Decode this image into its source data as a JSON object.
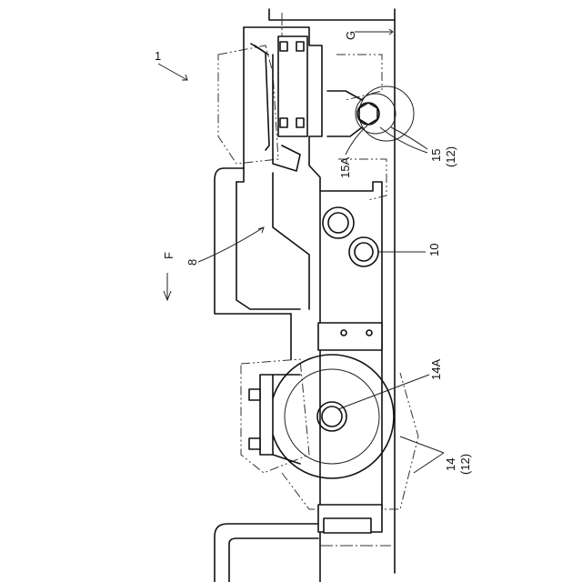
{
  "labels": {
    "assembly": "1",
    "ground": "G",
    "direction": "F",
    "item8": "8",
    "item10": "10",
    "item14A": "14A",
    "item14": "14",
    "item14_paren": "(12)",
    "item15A": "15A",
    "item15": "15",
    "item15_paren": "(12)"
  }
}
